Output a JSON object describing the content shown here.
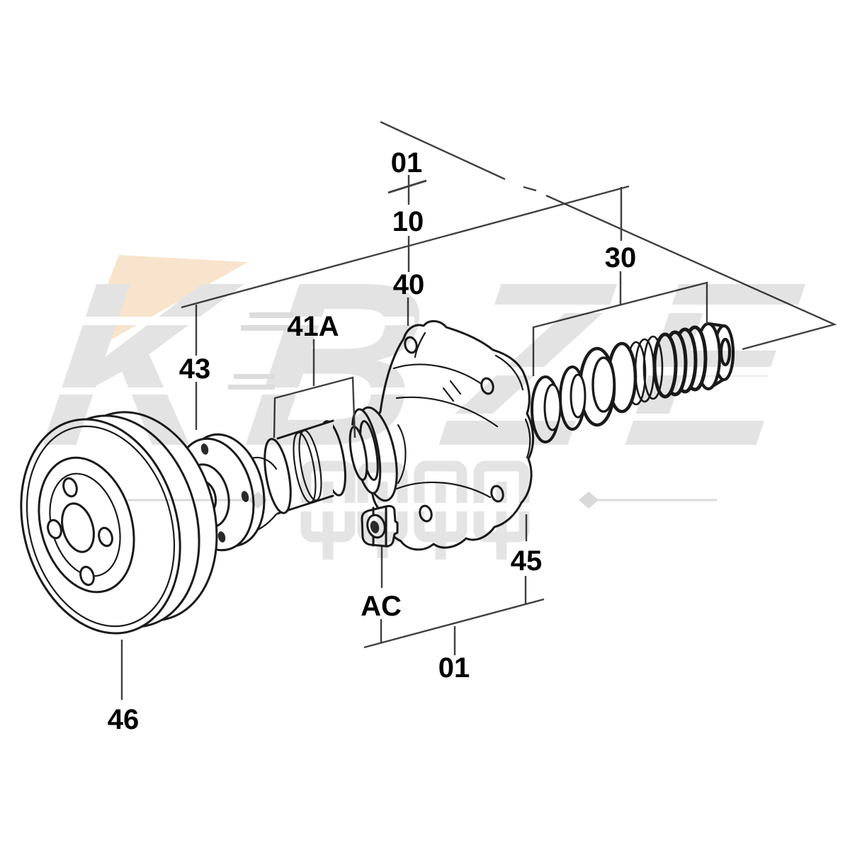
{
  "figure": {
    "type": "exploded-parts-diagram",
    "subject": "water pump assembly",
    "background_color": "#ffffff",
    "line_color": "#1a1a1a",
    "leader_line_color": "#3f3f3f",
    "label_color": "#000000"
  },
  "callouts": {
    "top_ref": "01",
    "top_sub_ref": "10",
    "pump_body": "40",
    "seal_kit": "30",
    "bearing_unit": "41A",
    "hub": "43",
    "stud": "45",
    "nut": "AC",
    "pump_assembly": "01",
    "pulley": "46"
  },
  "watermark": {
    "brand": "KBZE",
    "letter_color": "#e3e3e3",
    "accent_triangle_color": "#f8e4cc",
    "glyph_block_color": "#e4e4e4",
    "divider_color": "#d9d9d9"
  }
}
